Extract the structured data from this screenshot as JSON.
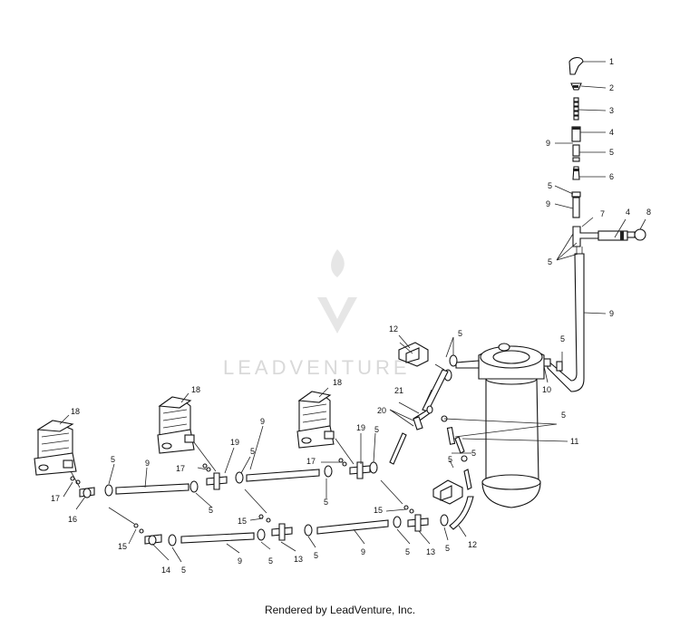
{
  "watermark": {
    "brand": "LEADVENTURE"
  },
  "footer": {
    "text": "Rendered by LeadVenture, Inc."
  },
  "callouts": {
    "c1": "1",
    "c2": "2",
    "c3": "3",
    "c4a": "4",
    "c9a": "9",
    "c5a": "5",
    "c6": "6",
    "c5b": "5",
    "c9b": "9",
    "c7": "7",
    "c4b": "4",
    "c8": "8",
    "c5c": "5",
    "c9c": "9",
    "c5d": "5",
    "c10": "10",
    "c12a": "12",
    "c5e": "5",
    "c21": "21",
    "c20": "20",
    "c5f": "5",
    "c11": "11",
    "c18a": "18",
    "c18b": "18",
    "c18c": "18",
    "c19a": "19",
    "c19b": "19",
    "c5g": "5",
    "c9d": "9",
    "c17a": "17",
    "c5h": "5",
    "c9e": "9",
    "c5i": "5",
    "c17b": "17",
    "c5j": "5",
    "c5k": "5",
    "c17c": "17",
    "c16": "16",
    "c15a": "15",
    "c14": "14",
    "c5l": "5",
    "c9f": "9",
    "c5m": "5",
    "c13a": "13",
    "c5n": "5",
    "c15b": "15",
    "c9g": "9",
    "c5o": "5",
    "c13b": "13",
    "c5p": "5",
    "c15c": "15",
    "c12b": "12",
    "c5q": "5",
    "c5r": "5"
  }
}
